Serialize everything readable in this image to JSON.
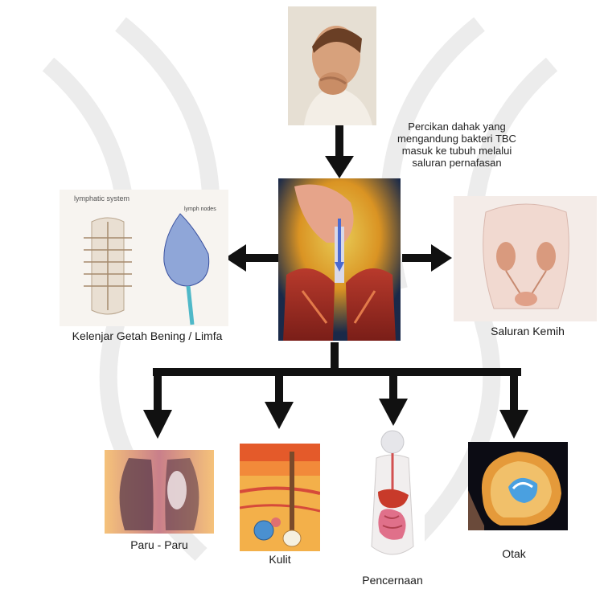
{
  "infection_note": {
    "lines": [
      "Percikan dahak yang",
      "mengandung bakteri TBC",
      "masuk ke tubuh melalui",
      "saluran pernafasan"
    ]
  },
  "organs": {
    "lymph": {
      "label": "Kelenjar Getah Bening / Limfa",
      "inset_title": "lymphatic system",
      "inset_tag": "lymph nodes"
    },
    "urinary": {
      "label": "Saluran Kemih"
    },
    "lungs": {
      "label": "Paru - Paru"
    },
    "skin": {
      "label": "Kulit"
    },
    "digestive": {
      "label": "Pencernaan"
    },
    "brain": {
      "label": "Otak"
    }
  }
}
